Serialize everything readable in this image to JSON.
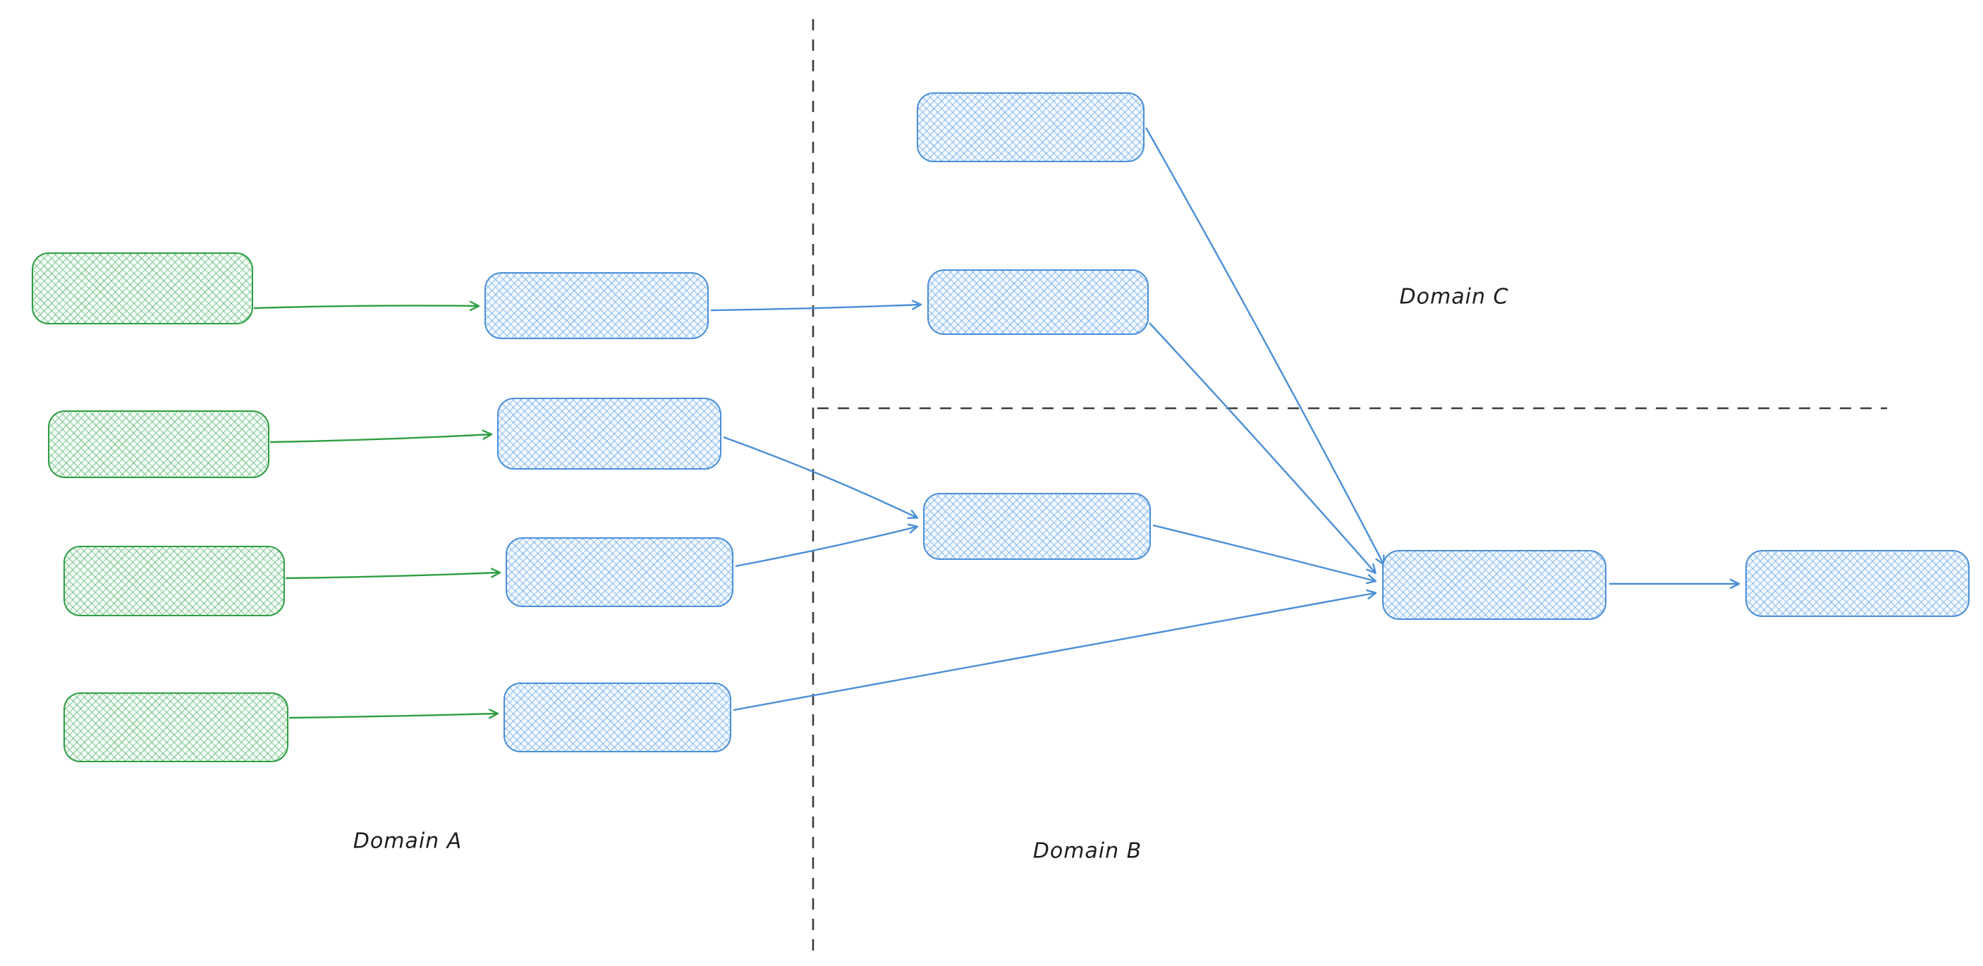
{
  "canvas": {
    "background": "#ffffff"
  },
  "labels": {
    "domain_a": "Domain A",
    "domain_b": "Domain B",
    "domain_c": "Domain C"
  },
  "colors": {
    "green_stroke": "#2f9e44",
    "green_fill_hatch": "#b2e6bf",
    "blue_stroke": "#4a8fd6",
    "blue_fill_hatch": "#bcd9f5",
    "divider": "#3a3a3a",
    "label_text": "#1e1e1e"
  },
  "diagram": {
    "type": "flow",
    "style": "hand-drawn, cross-hatched rounded rectangles, no text inside nodes",
    "regions": [
      {
        "id": "domain-a",
        "label": "Domain A",
        "position": "left of vertical dashed divider"
      },
      {
        "id": "domain-b",
        "label": "Domain B",
        "position": "right of vertical divider, below horizontal dashed divider"
      },
      {
        "id": "domain-c",
        "label": "Domain C",
        "position": "right of vertical divider, above horizontal dashed divider"
      }
    ],
    "dividers": [
      {
        "id": "vertical-divider",
        "orientation": "vertical",
        "style": "dashed"
      },
      {
        "id": "horizontal-divider",
        "orientation": "horizontal",
        "style": "dashed"
      }
    ],
    "nodes": [
      {
        "id": "a-src-1",
        "region": "domain-a",
        "color": "green"
      },
      {
        "id": "a-src-2",
        "region": "domain-a",
        "color": "green"
      },
      {
        "id": "a-src-3",
        "region": "domain-a",
        "color": "green"
      },
      {
        "id": "a-src-4",
        "region": "dom-a",
        "color": "green"
      },
      {
        "id": "a-mid-1",
        "region": "domain-a",
        "color": "blue"
      },
      {
        "id": "a-mid-2",
        "region": "domain-a",
        "color": "blue"
      },
      {
        "id": "a-mid-3",
        "region": "domain-a",
        "color": "blue"
      },
      {
        "id": "a-mid-4",
        "region": "domain-a",
        "color": "blue"
      },
      {
        "id": "c-1",
        "region": "domain-c",
        "color": "blue"
      },
      {
        "id": "c-2",
        "region": "domain-c",
        "color": "blue"
      },
      {
        "id": "b-merge",
        "region": "domain-b",
        "color": "blue"
      },
      {
        "id": "b-hub",
        "region": "domain-b",
        "color": "blue"
      },
      {
        "id": "b-out",
        "region": "domain-b",
        "color": "blue"
      }
    ],
    "edges": [
      {
        "from": "a-src-1",
        "to": "a-mid-1",
        "color": "green"
      },
      {
        "from": "a-src-2",
        "to": "a-mid-2",
        "color": "green"
      },
      {
        "from": "a-src-3",
        "to": "a-mid-3",
        "color": "green"
      },
      {
        "from": "a-src-4",
        "to": "a-mid-4",
        "color": "green"
      },
      {
        "from": "a-mid-1",
        "to": "c-2",
        "color": "blue"
      },
      {
        "from": "a-mid-2",
        "to": "b-merge",
        "color": "blue"
      },
      {
        "from": "a-mid-3",
        "to": "b-merge",
        "color": "blue"
      },
      {
        "from": "a-mid-4",
        "to": "b-hub",
        "color": "blue"
      },
      {
        "from": "c-1",
        "to": "b-hub",
        "color": "blue"
      },
      {
        "from": "c-2",
        "to": "b-hub",
        "color": "blue"
      },
      {
        "from": "b-merge",
        "to": "b-hub",
        "color": "blue"
      },
      {
        "from": "b-hub",
        "to": "b-out",
        "color": "blue"
      }
    ]
  }
}
